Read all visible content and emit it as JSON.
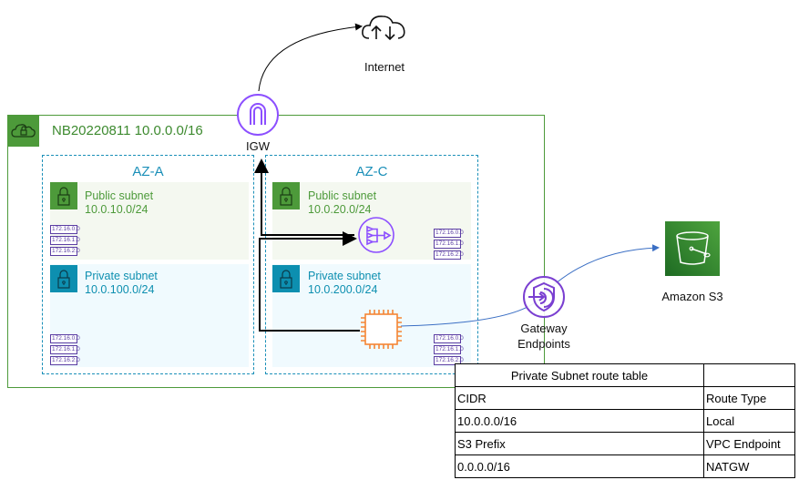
{
  "internet": {
    "label": "Internet",
    "icon": "cloud-upload-download-icon"
  },
  "igw": {
    "label": "IGW",
    "icon": "internet-gateway-icon"
  },
  "vpc": {
    "title": "NB20220811 10.0.0.0/16",
    "icon": "vpc-cloud-lock-icon",
    "color": "#4d9a3a"
  },
  "azs": [
    {
      "label": "AZ-A",
      "public_subnet": {
        "name": "Public subnet",
        "cidr": "10.0.10.0/24"
      },
      "private_subnet": {
        "name": "Private subnet",
        "cidr": "10.0.100.0/24"
      }
    },
    {
      "label": "AZ-C",
      "public_subnet": {
        "name": "Public subnet",
        "cidr": "10.0.20.0/24"
      },
      "private_subnet": {
        "name": "Private subnet",
        "cidr": "10.0.200.0/24"
      }
    }
  ],
  "route_table_icon_entries": [
    "172.16.0.0",
    "172.16.1.0",
    "172.16.2.0"
  ],
  "nat_gateway": {
    "icon": "nat-gateway-icon"
  },
  "ec2": {
    "icon": "ec2-instance-icon"
  },
  "gateway_endpoint": {
    "label_line1": "Gateway",
    "label_line2": "Endpoints",
    "icon": "gateway-endpoint-icon"
  },
  "s3": {
    "label": "Amazon S3",
    "icon": "s3-bucket-icon"
  },
  "route_table": {
    "title": "Private Subnet route table",
    "header": [
      "CIDR",
      "Route Type"
    ],
    "rows": [
      [
        "10.0.0.0/16",
        "Local"
      ],
      [
        "S3 Prefix",
        "VPC Endpoint"
      ],
      [
        "0.0.0.0/16",
        "NATGW"
      ]
    ]
  },
  "colors": {
    "az_border": "#1a8fb8",
    "igw": "#8c4fff",
    "ec2": "#f58534",
    "s3": "#3a8a2e",
    "flow_line": "#3b6fc4"
  }
}
